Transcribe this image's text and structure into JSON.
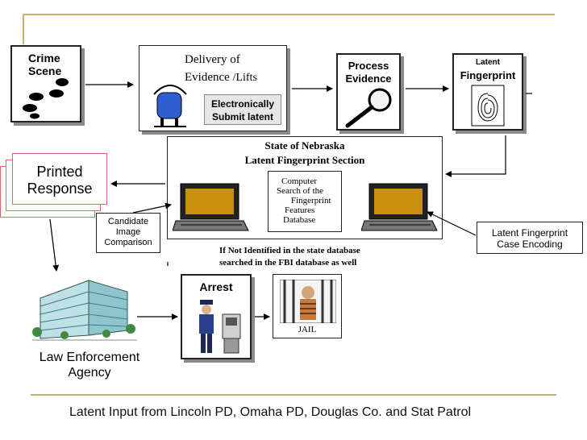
{
  "nodes": {
    "crime_scene": {
      "line1": "Crime",
      "line2": "Scene"
    },
    "delivery": {
      "line1": "Delivery of",
      "line2": "Evidence",
      "lifts": "/Lifts",
      "submit_line1": "Electronically",
      "submit_line2": "Submit latent"
    },
    "process": {
      "line1": "Process",
      "line2": "Evidence"
    },
    "latent_fp": {
      "line1": "Latent",
      "line2": "Fingerprint"
    },
    "nebraska": {
      "line1": "State of Nebraska",
      "line2": "Latent Fingerprint Section"
    },
    "computer_search": {
      "line1": "Computer",
      "line2": "Search of the",
      "line3": "Fingerprint",
      "line4": "Features",
      "line5": "Database"
    },
    "printed_response": {
      "line1": "Printed",
      "line2": "Response"
    },
    "candidate": {
      "line1": "Candidate",
      "line2": "Image",
      "line3": "Comparison"
    },
    "case_encoding": {
      "line1": "Latent Fingerprint",
      "line2": "Case Encoding"
    },
    "fbi_note": {
      "line1": "If Not Identified in the state database",
      "line2": "searched in the FBI database as well"
    },
    "arrest": {
      "label": "Arrest"
    },
    "jail": {
      "label": "JAIL"
    },
    "agency": {
      "line1": "Law Enforcement",
      "line2": "Agency"
    }
  },
  "caption": "Latent Input from Lincoln PD, Omaha PD, Douglas Co. and Stat Patrol",
  "colors": {
    "rule": "#c9b36a",
    "screen": "#c8900c",
    "shadow": "#8a8a8a",
    "submit_bg": "#e6e6e6"
  }
}
